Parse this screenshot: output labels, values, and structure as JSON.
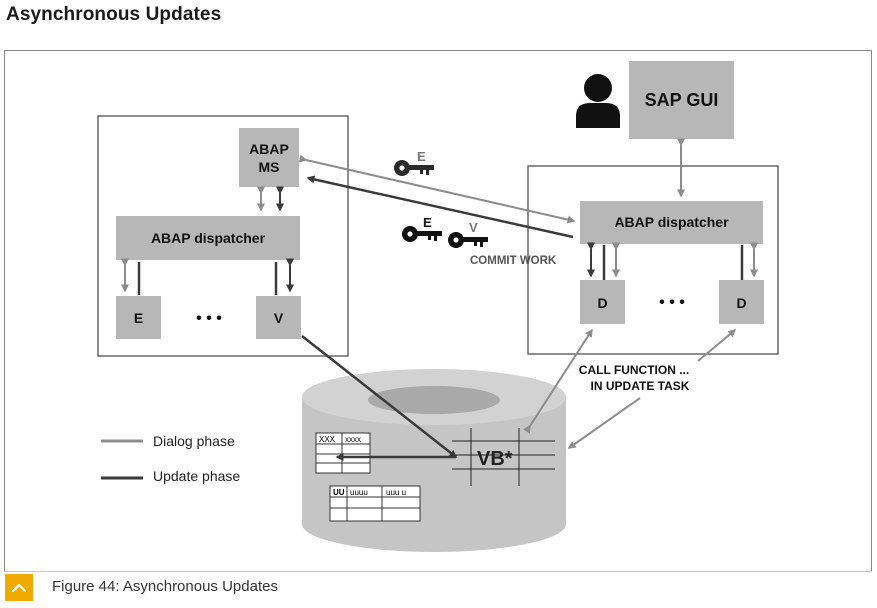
{
  "page": {
    "title": "Asynchronous Updates"
  },
  "figure": {
    "caption": "Figure 44: Asynchronous Updates",
    "nodes": {
      "abap_ms_line1": "ABAP",
      "abap_ms_line2": "MS",
      "dispatcher_left": "ABAP dispatcher",
      "dispatcher_right": "ABAP dispatcher",
      "sap_gui": "SAP GUI",
      "work_process_e": "E",
      "work_process_v": "V",
      "work_process_d1": "D",
      "work_process_d2": "D",
      "ellipsis_left": "•  •  •",
      "ellipsis_right": "•  •  •"
    },
    "keys": {
      "e_top": "E",
      "e_bottom": "E",
      "v_bottom": "V"
    },
    "labels": {
      "commit_work": "COMMIT WORK",
      "call_function_line1": "CALL FUNCTION ...",
      "call_function_line2": "IN UPDATE TASK",
      "vb_table": "VB*"
    },
    "tables": {
      "table1_cells": [
        "XXX",
        "xxxx"
      ],
      "table2_cells": [
        "UU",
        "uuuu",
        "uuu u"
      ]
    },
    "legend": {
      "dialog_phase": "Dialog phase",
      "update_phase": "Update phase"
    },
    "colors": {
      "dialog_arrow": "#8c8c8c",
      "update_arrow": "#3a3a3a",
      "box_fill": "#b7b7b7",
      "cylinder": "#c5c5c5",
      "accent": "#f0ab00"
    }
  }
}
